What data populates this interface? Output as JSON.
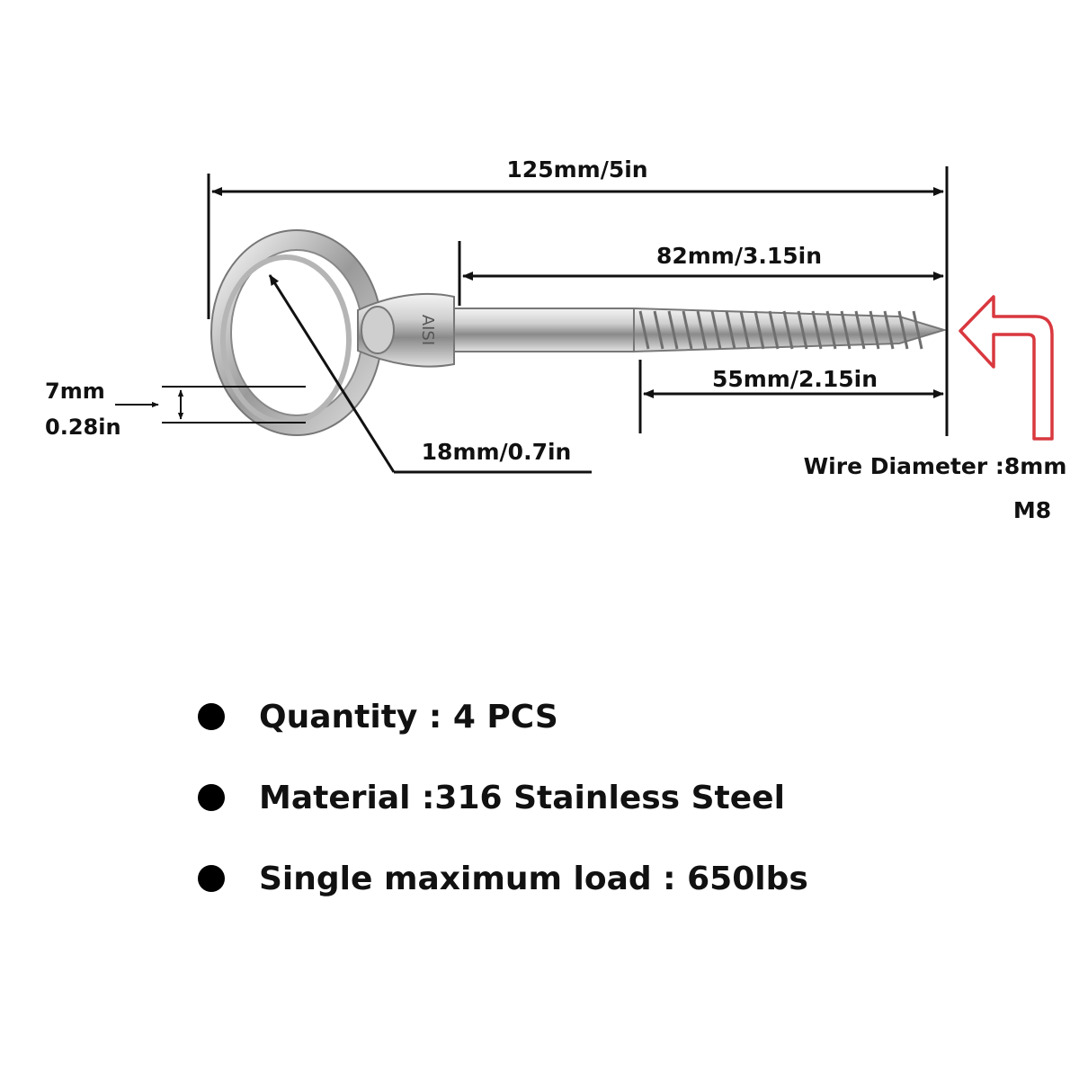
{
  "diagram": {
    "overall_length": "125mm/5in",
    "thread_length": "82mm/3.15in",
    "screw_tip_length": "55mm/2.15in",
    "ring_inner_diameter": "18mm/0.7in",
    "ring_thickness_mm": "7mm",
    "ring_thickness_in": "0.28in",
    "wire_diameter": "Wire Diameter :8mm",
    "thread_size": "M8",
    "stamp": "AISI",
    "arrow_color": "#d9383f"
  },
  "specs": {
    "items": [
      {
        "label": "Quantity : 4 PCS"
      },
      {
        "label": "Material :316 Stainless Steel"
      },
      {
        "label": "Single maximum load : 650lbs"
      }
    ]
  }
}
